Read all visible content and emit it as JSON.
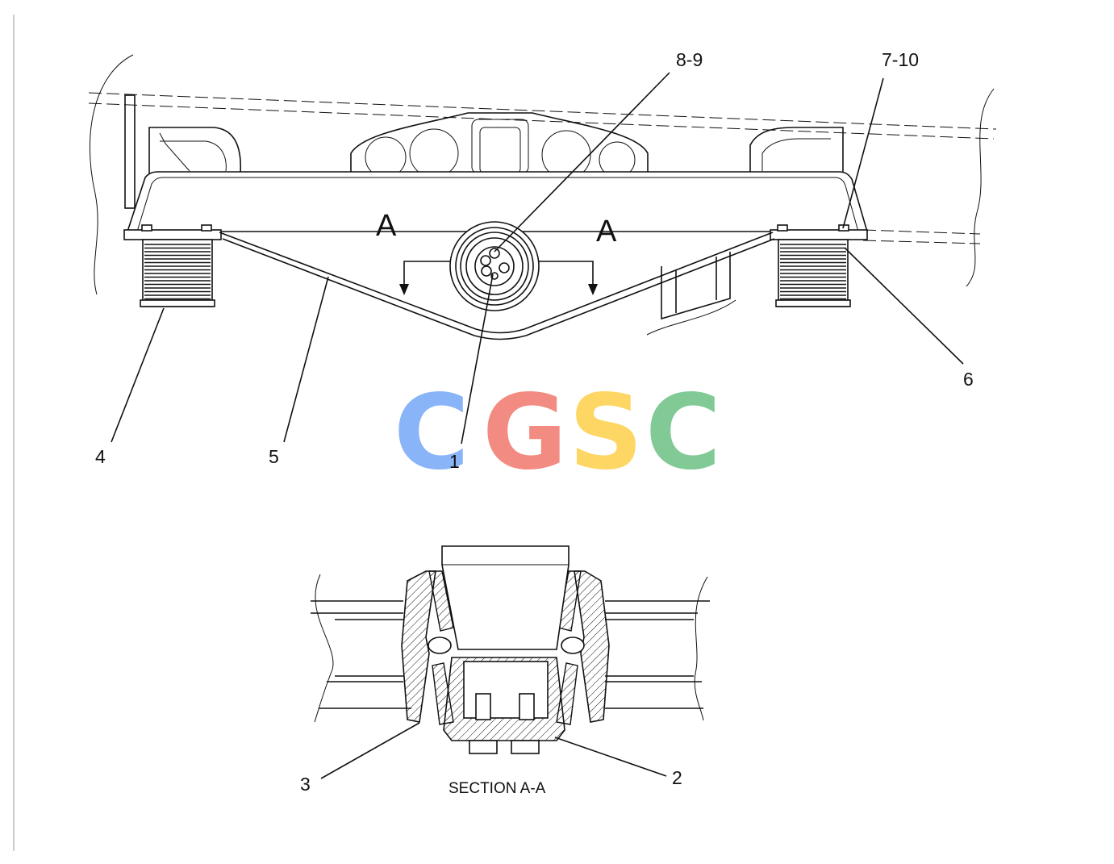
{
  "callouts": {
    "c1": "1",
    "c2": "2",
    "c3": "3",
    "c4": "4",
    "c5": "5",
    "c6": "6",
    "c7_10": "7-10",
    "c8_9": "8-9"
  },
  "section_markers": {
    "left": "A",
    "right": "A"
  },
  "section_caption": "SECTION A-A",
  "watermark": {
    "letters": [
      "C",
      "G",
      "S",
      "C"
    ],
    "colors": [
      "#8ab4f8",
      "#f28b82",
      "#fdd663",
      "#81c995"
    ]
  }
}
